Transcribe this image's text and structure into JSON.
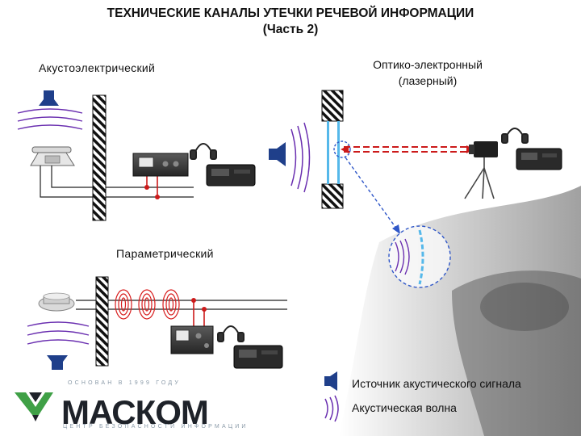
{
  "title": {
    "line1": "ТЕХНИЧЕСКИЕ КАНАЛЫ УТЕЧКИ РЕЧЕВОЙ ИНФОРМАЦИИ",
    "line2": "(Часть 2)"
  },
  "sections": {
    "acousto": "Акустоэлектрический",
    "optic_line1": "Оптико-электронный",
    "optic_line2": "(лазерный)",
    "parametric": "Параметрический"
  },
  "legend": {
    "source": "Источник акустического сигнала",
    "wave": "Акустическая волна"
  },
  "logo": {
    "name": "МАСКОМ",
    "tagline_top": "ОСНОВАН В 1999 ГОДУ",
    "tagline_bottom": "ЦЕНТР БЕЗОПАСНОСТИ ИНФОРМАЦИИ"
  },
  "colors": {
    "wave": "#6a2fb0",
    "parametric_coil": "#d81e1e",
    "laser": "#cc1a1a",
    "reflection": "#2f57c8",
    "glass": "#55b8ea",
    "speaker": "#1f3f8a",
    "logo_green": "#3fa046"
  },
  "icons": [
    "speaker-icon",
    "telephone-icon",
    "headphones-icon",
    "recorder-icon",
    "smoke-detector-icon",
    "laser-emitter-icon",
    "tripod-icon"
  ]
}
